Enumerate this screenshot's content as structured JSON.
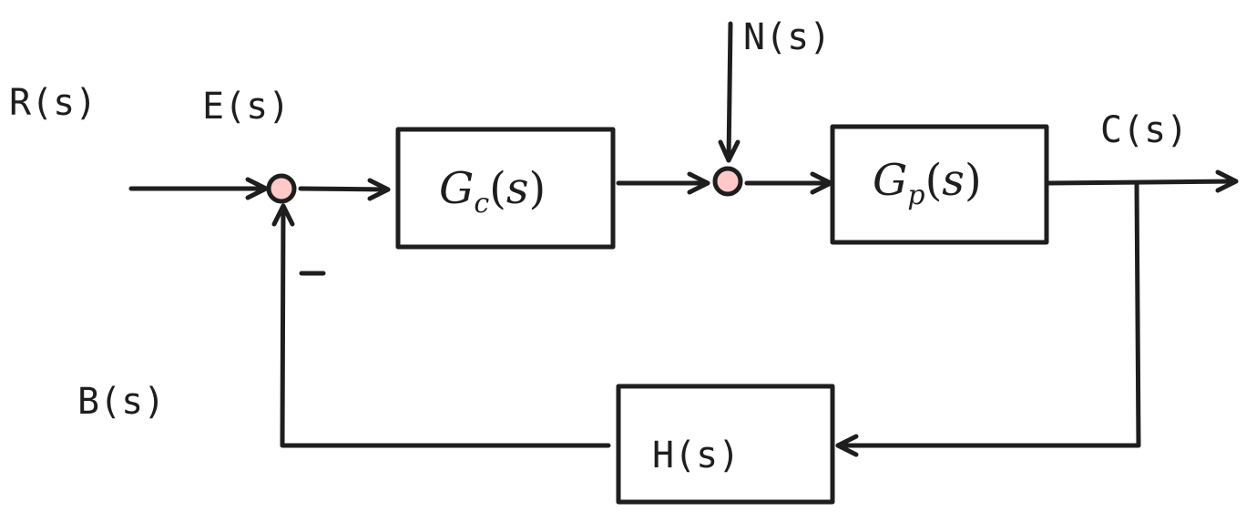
{
  "signals": {
    "reference": "R(s)",
    "error": "E(s)",
    "disturbance": "N(s)",
    "output": "C(s)",
    "feedback": "B(s)",
    "negative_sign": "−"
  },
  "blocks": {
    "controller": {
      "base": "G",
      "sub": "c",
      "arg": "s"
    },
    "plant": {
      "base": "G",
      "sub": "p",
      "arg": "s"
    },
    "sensor": {
      "label": "H(s)"
    }
  },
  "colors": {
    "stroke": "#1e1e1e",
    "summing_junction_fill": "#ffc9c9",
    "background": "#ffffff"
  }
}
